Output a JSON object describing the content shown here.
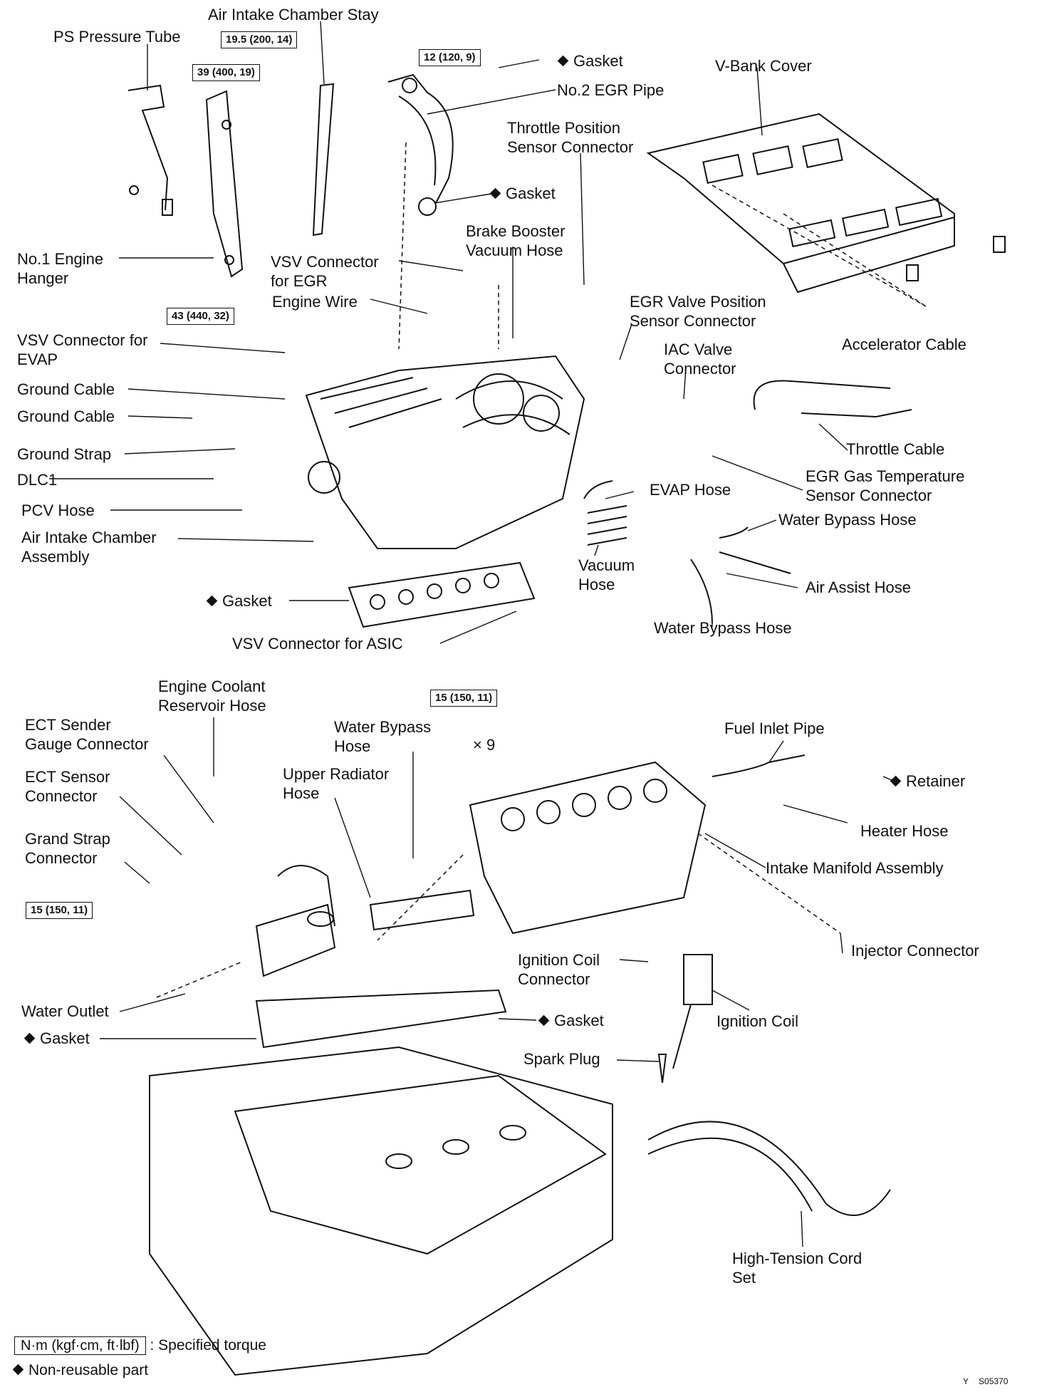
{
  "labels": {
    "ps_pressure_tube": "PS Pressure Tube",
    "air_intake_chamber_stay": "Air Intake Chamber Stay",
    "gasket_top": "Gasket",
    "no2_egr_pipe": "No.2 EGR Pipe",
    "v_bank_cover": "V-Bank Cover",
    "throttle_position_sensor_connector": [
      "Throttle Position",
      "Sensor Connector"
    ],
    "gasket_egr": "Gasket",
    "brake_booster_vacuum_hose": [
      "Brake Booster",
      "Vacuum Hose"
    ],
    "no1_engine_hanger": [
      "No.1 Engine",
      "Hanger"
    ],
    "vsv_connector_egr": [
      "VSV Connector",
      "for EGR"
    ],
    "engine_wire": "Engine Wire",
    "egr_valve_position_sensor_connector": [
      "EGR Valve Position",
      "Sensor Connector"
    ],
    "vsv_connector_evap": [
      "VSV Connector for",
      "EVAP"
    ],
    "iac_valve_connector": [
      "IAC Valve",
      "Connector"
    ],
    "accelerator_cable": "Accelerator Cable",
    "ground_cable_1": "Ground Cable",
    "ground_cable_2": "Ground Cable",
    "throttle_cable": "Throttle Cable",
    "ground_strap": "Ground Strap",
    "egr_gas_temperature_sensor_connector": [
      "EGR Gas Temperature",
      "Sensor Connector"
    ],
    "dlc1": "DLC1",
    "evap_hose": "EVAP Hose",
    "pcv_hose": "PCV Hose",
    "water_bypass_hose_1": "Water Bypass Hose",
    "air_intake_chamber_assembly": [
      "Air Intake Chamber",
      "Assembly"
    ],
    "vacuum_hose": [
      "Vacuum",
      "Hose"
    ],
    "air_assist_hose": "Air Assist Hose",
    "gasket_chamber": "Gasket",
    "water_bypass_hose_2": "Water Bypass Hose",
    "vsv_connector_asic": "VSV Connector for ASIC",
    "engine_coolant_reservoir_hose": [
      "Engine Coolant",
      "Reservoir Hose"
    ],
    "ect_sender_gauge_connector": [
      "ECT Sender",
      "Gauge Connector"
    ],
    "water_bypass_hose_3": [
      "Water Bypass",
      "Hose"
    ],
    "fuel_inlet_pipe": "Fuel Inlet Pipe",
    "ect_sensor_connector": [
      "ECT Sensor",
      "Connector"
    ],
    "upper_radiator_hose": [
      "Upper Radiator",
      "Hose"
    ],
    "retainer": "Retainer",
    "grand_strap_connector": [
      "Grand Strap",
      "Connector"
    ],
    "heater_hose": "Heater Hose",
    "intake_manifold_assembly": "Intake Manifold Assembly",
    "injector_connector": "Injector Connector",
    "ignition_coil_connector": [
      "Ignition Coil",
      "Connector"
    ],
    "water_outlet": "Water Outlet",
    "gasket_manifold": "Gasket",
    "ignition_coil": "Ignition Coil",
    "gasket_outlet": "Gasket",
    "spark_plug": "Spark Plug",
    "high_tension_cord_set": [
      "High-Tension Cord",
      "Set"
    ]
  },
  "torque_specs": {
    "t1": "19.5 (200, 14)",
    "t2": "39 (400, 19)",
    "t3": "12 (120, 9)",
    "t4": "43 (440, 32)",
    "t5": "15 (150, 11)",
    "t5_qty": "× 9",
    "t6": "15 (150, 11)"
  },
  "legend": {
    "torque_box": "N·m (kgf·cm, ft·lbf)",
    "torque_text": ": Specified torque",
    "nonreusable_text": "Non-reusable part"
  },
  "figure_code": "S05370",
  "figure_mark": "Y"
}
